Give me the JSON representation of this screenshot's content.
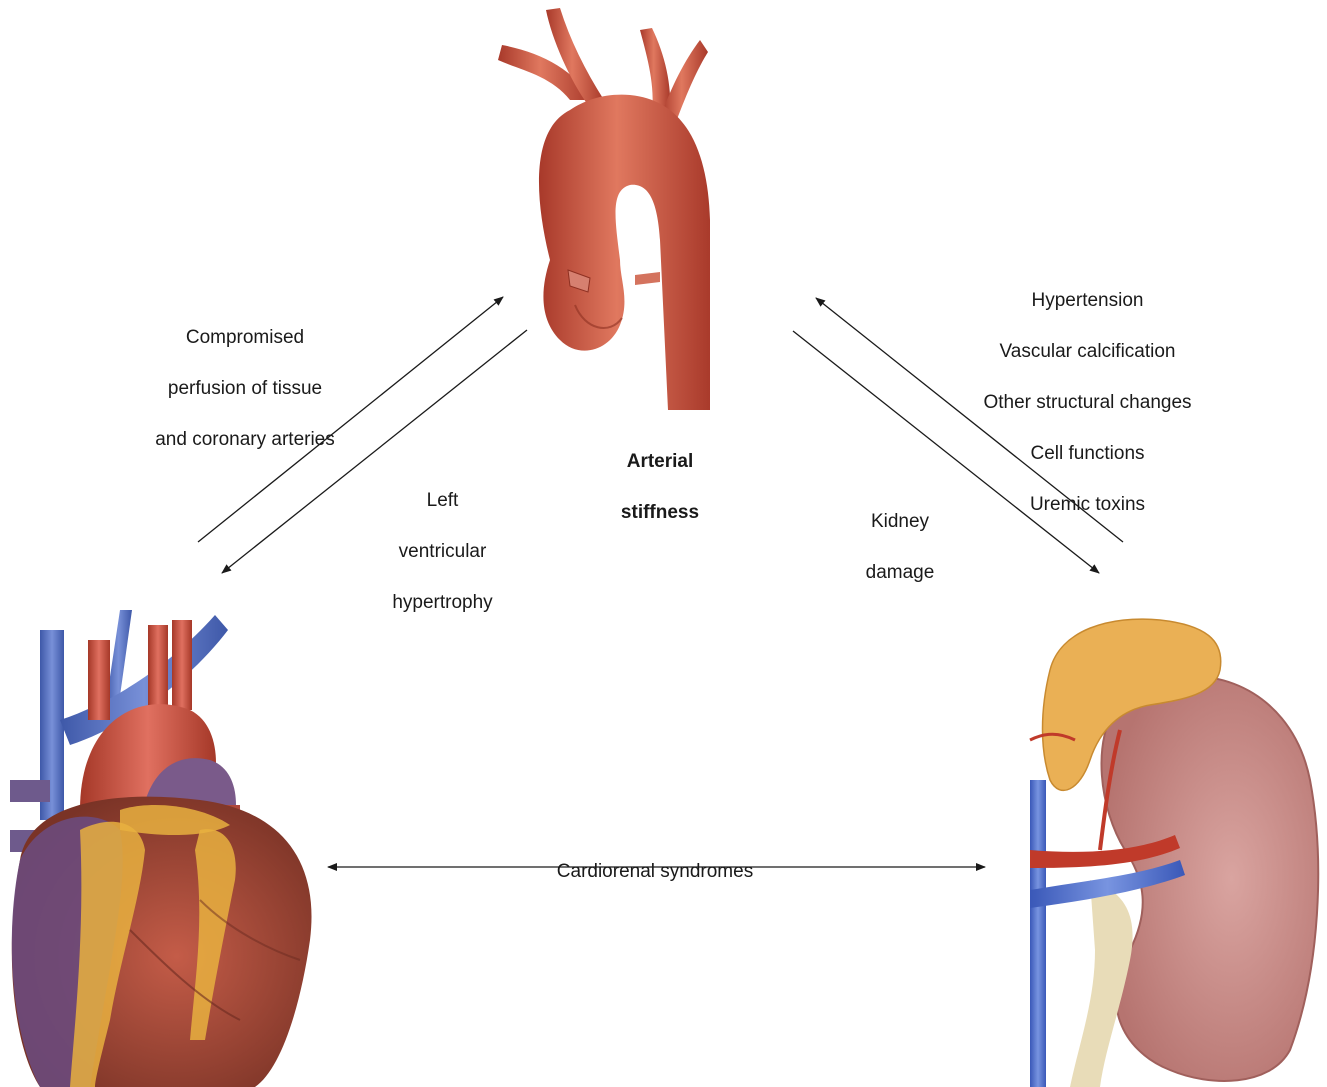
{
  "labels": {
    "arterial_stiffness": [
      "Arterial",
      "stiffness"
    ],
    "compromised": [
      "Compromised",
      "perfusion of tissue",
      "and coronary arteries"
    ],
    "lvh": [
      "Left",
      "ventricular",
      "hypertrophy"
    ],
    "kidney_damage": [
      "Kidney",
      "damage"
    ],
    "risk_factors": [
      "Hypertension",
      "Vascular calcification",
      "Other structural changes",
      "Cell functions",
      "Uremic toxins"
    ],
    "cardiorenal": "Cardiorenal syndromes"
  },
  "colors": {
    "artery_red": "#c8503c",
    "vein_blue": "#4f6fc0",
    "fat_yellow": "#e8b040",
    "kidney_pink": "#c98a86",
    "heart_muscle": "#a84a3c",
    "arrow": "#1a1a1a"
  }
}
